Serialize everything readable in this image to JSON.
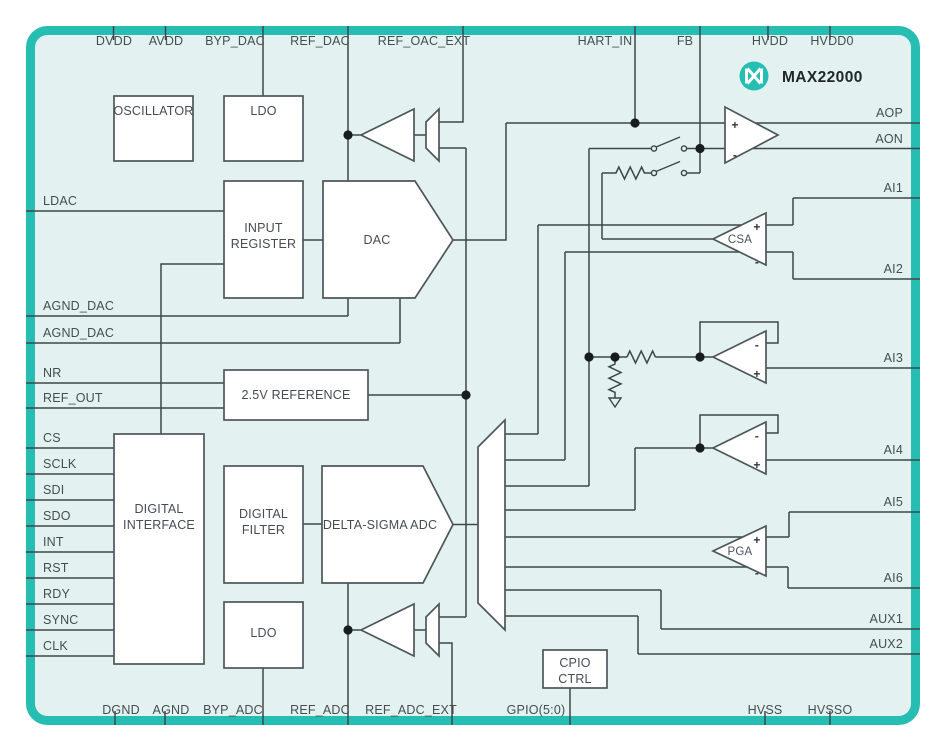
{
  "brand": {
    "name": "MAX22000",
    "logo": "maxim-logo"
  },
  "colors": {
    "border": "#26bdb2",
    "canvas": "#e3f2f0",
    "wire": "#3e464b",
    "block_fill": "#ffffff",
    "logo": "#26bdb2"
  },
  "pins": {
    "top": [
      "DVDD",
      "AVDD",
      "BYP_DAC",
      "REF_DAC",
      "REF_OAC_EXT",
      "HART_IN",
      "FB",
      "HVDD",
      "HVDD0"
    ],
    "bottom": [
      "DGND",
      "AGND",
      "BYP_ADC",
      "REF_ADC",
      "REF_ADC_EXT",
      "GPIO(5:0)",
      "HVSS",
      "HVSSO"
    ],
    "left": [
      "LDAC",
      "AGND_DAC",
      "AGND_DAC",
      "NR",
      "REF_OUT",
      "CS",
      "SCLK",
      "SDI",
      "SDO",
      "INT",
      "RST",
      "RDY",
      "SYNC",
      "CLK"
    ],
    "right": [
      "AOP",
      "AON",
      "AI1",
      "AI2",
      "AI3",
      "AI4",
      "AI5",
      "AI6",
      "AUX1",
      "AUX2"
    ]
  },
  "blocks": {
    "oscillator": "OSCILLATOR",
    "ldo_dac": "LDO",
    "input_register_l1": "INPUT",
    "input_register_l2": "REGISTER",
    "dac": "DAC",
    "reference": "2.5V REFERENCE",
    "digital_interface_l1": "DIGITAL",
    "digital_interface_l2": "INTERFACE",
    "digital_filter_l1": "DIGITAL",
    "digital_filter_l2": "FILTER",
    "adc": "DELTA-SIGMA ADC",
    "ldo_adc": "LDO",
    "gpio_ctrl_l1": "CPIO",
    "gpio_ctrl_l2": "CTRL"
  },
  "amplifiers": {
    "csa": "CSA",
    "pga": "PGA",
    "plus": "+",
    "minus": "-"
  }
}
